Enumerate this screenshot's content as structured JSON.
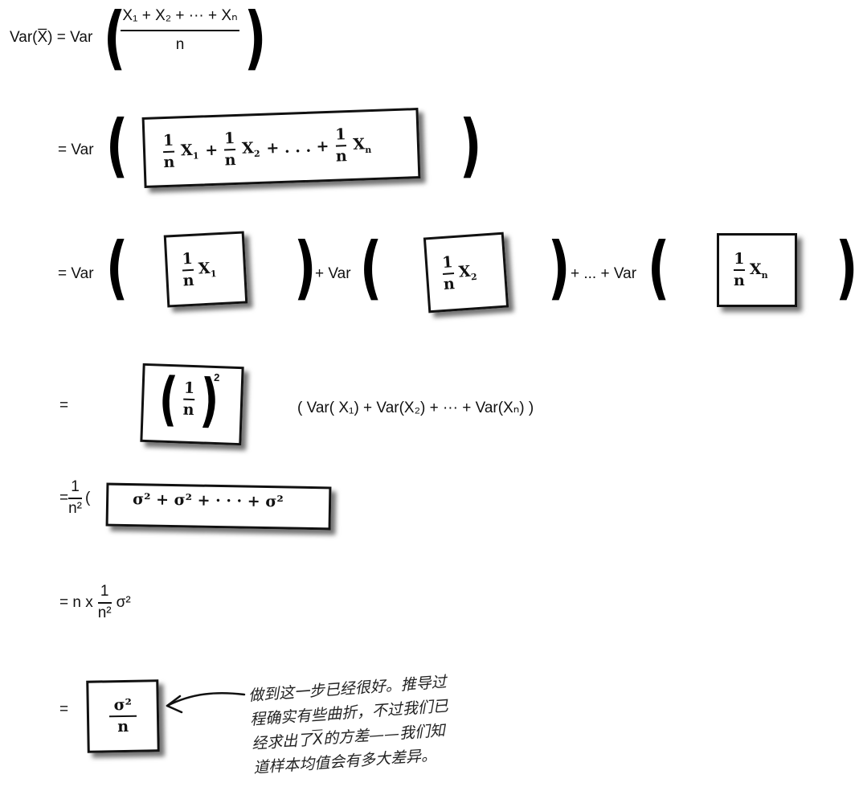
{
  "line1": {
    "lhs": "Var(X̅) = Var",
    "num": "X₁ + X₂ + ··· + Xₙ",
    "den": "n"
  },
  "line2": {
    "prefix": "= Var",
    "terms": [
      {
        "num": "1",
        "den": "n",
        "var": "X",
        "sub": "1",
        "after": "+"
      },
      {
        "num": "1",
        "den": "n",
        "var": "X",
        "sub": "2",
        "after": "+  . . .  +"
      },
      {
        "num": "1",
        "den": "n",
        "var": "X",
        "sub": "n",
        "after": ""
      }
    ]
  },
  "line3": {
    "prefix": "= Var",
    "plus_var": "+ Var",
    "dots_var": "+ ... + Var",
    "terms": [
      {
        "num": "1",
        "den": "n",
        "var": "X",
        "sub": "1"
      },
      {
        "num": "1",
        "den": "n",
        "var": "X",
        "sub": "2"
      },
      {
        "num": "1",
        "den": "n",
        "var": "X",
        "sub": "n"
      }
    ]
  },
  "line4": {
    "eq": "=",
    "num": "1",
    "den": "n",
    "exp": "2",
    "rest": "( Var( X₁) + Var(X₂) + ··· + Var(Xₙ) )"
  },
  "line5": {
    "eq": "=",
    "num": "1",
    "den": "n²",
    "open": "(",
    "boxed": "σ²  +  σ²  +   · · ·   +  σ²"
  },
  "line6": {
    "prefix": "= n x",
    "num": "1",
    "den": "n²",
    "suffix": "σ²"
  },
  "line7": {
    "eq": "=",
    "num": "σ²",
    "den": "n"
  },
  "annotation": {
    "line1": "做到这一步已经很好。推导过",
    "line2": "程确实有些曲折，不过我们已",
    "line3_pre": "经求出了",
    "line3_x": "X",
    "line3_post": "的方差——我们知",
    "line4": "道样本均值会有多大差异。"
  }
}
